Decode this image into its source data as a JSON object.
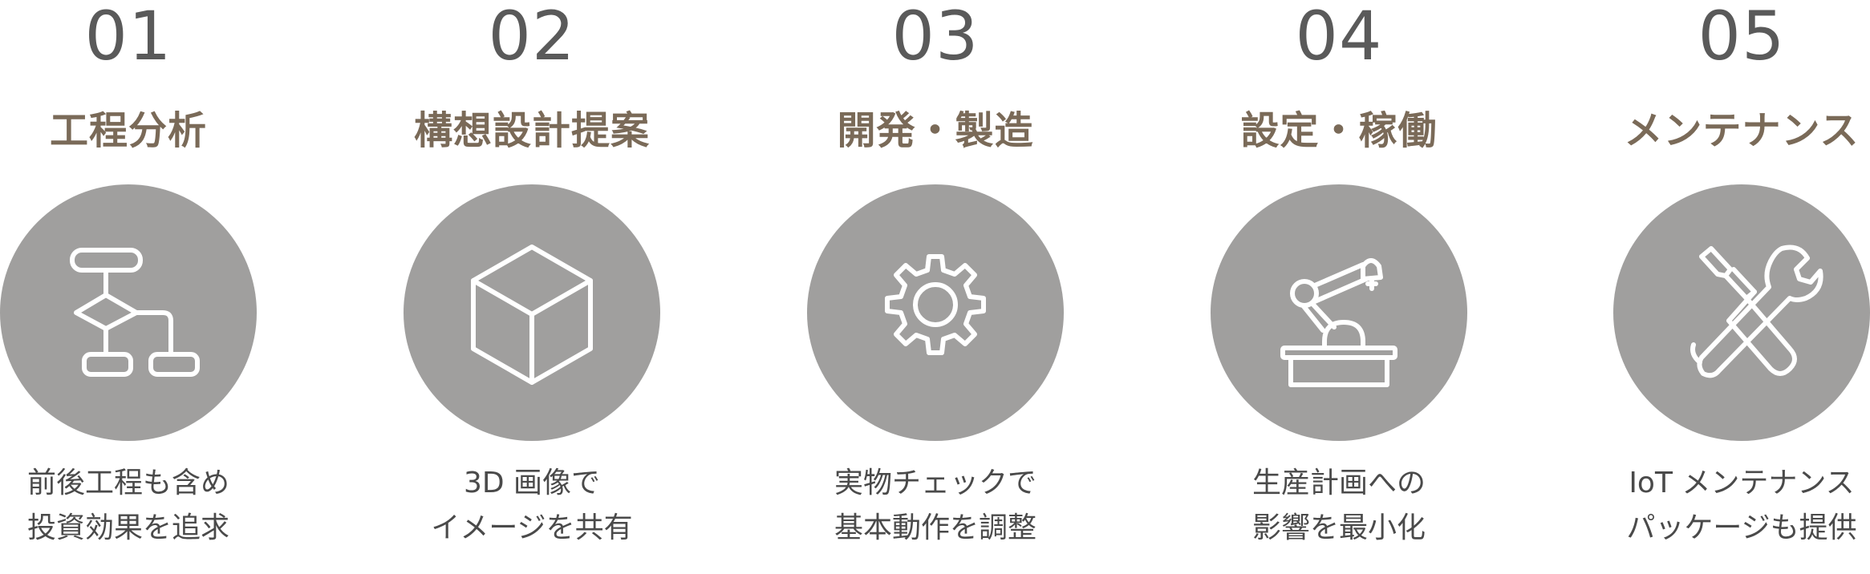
{
  "steps": [
    {
      "number": "01",
      "title": "工程分析",
      "icon": "flowchart-icon",
      "description": [
        "前後工程も含め",
        "投資効果を追求"
      ]
    },
    {
      "number": "02",
      "title": "構想設計提案",
      "icon": "cube-icon",
      "description": [
        "3D 画像で",
        "イメージを共有"
      ]
    },
    {
      "number": "03",
      "title": "開発・製造",
      "icon": "gear-icon",
      "description": [
        "実物チェックで",
        "基本動作を調整"
      ]
    },
    {
      "number": "04",
      "title": "設定・稼働",
      "icon": "robot-arm-icon",
      "description": [
        "生産計画への",
        "影響を最小化"
      ]
    },
    {
      "number": "05",
      "title": "メンテナンス",
      "icon": "tools-icon",
      "description": [
        "IoT メンテナンス",
        "パッケージも提供"
      ]
    }
  ],
  "colors": {
    "number": "#5a5a5a",
    "title": "#7a6a58",
    "circle": "#a09f9e",
    "icon_stroke": "#ffffff",
    "description": "#4a4a4a"
  }
}
